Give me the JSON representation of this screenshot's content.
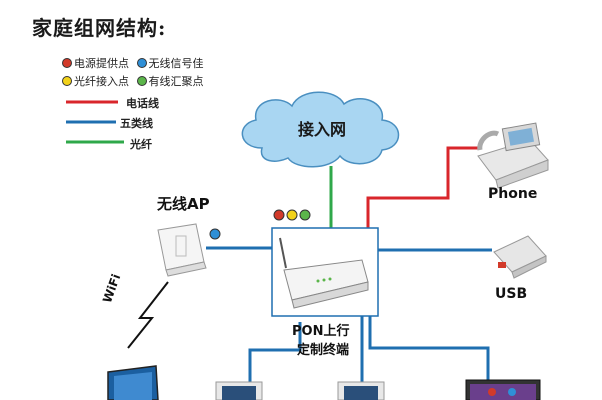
{
  "title": "家庭组网结构:",
  "legend_dots": [
    {
      "label": "电源提供点",
      "color": "#d23a2a"
    },
    {
      "label": "无线信号佳",
      "color": "#2f8fd6"
    },
    {
      "label": "光纤接入点",
      "color": "#f2d21a"
    },
    {
      "label": "有线汇聚点",
      "color": "#5bb54a"
    }
  ],
  "legend_lines": [
    {
      "label": "电话线",
      "color": "#d9262b"
    },
    {
      "label": "五类线",
      "color": "#1f6fb0"
    },
    {
      "label": "光纤",
      "color": "#2fa84a"
    }
  ],
  "nodes": {
    "cloud": "接入网",
    "ap": "无线AP",
    "phone": "Phone",
    "usb": "USB",
    "gateway_line1": "PON上行",
    "gateway_line2": "定制终端",
    "wifi": "WiFi"
  },
  "indicator_colors": {
    "red": "#d23a2a",
    "yellow": "#f2d21a",
    "green": "#5bb54a",
    "blue": "#2f8fd6"
  }
}
